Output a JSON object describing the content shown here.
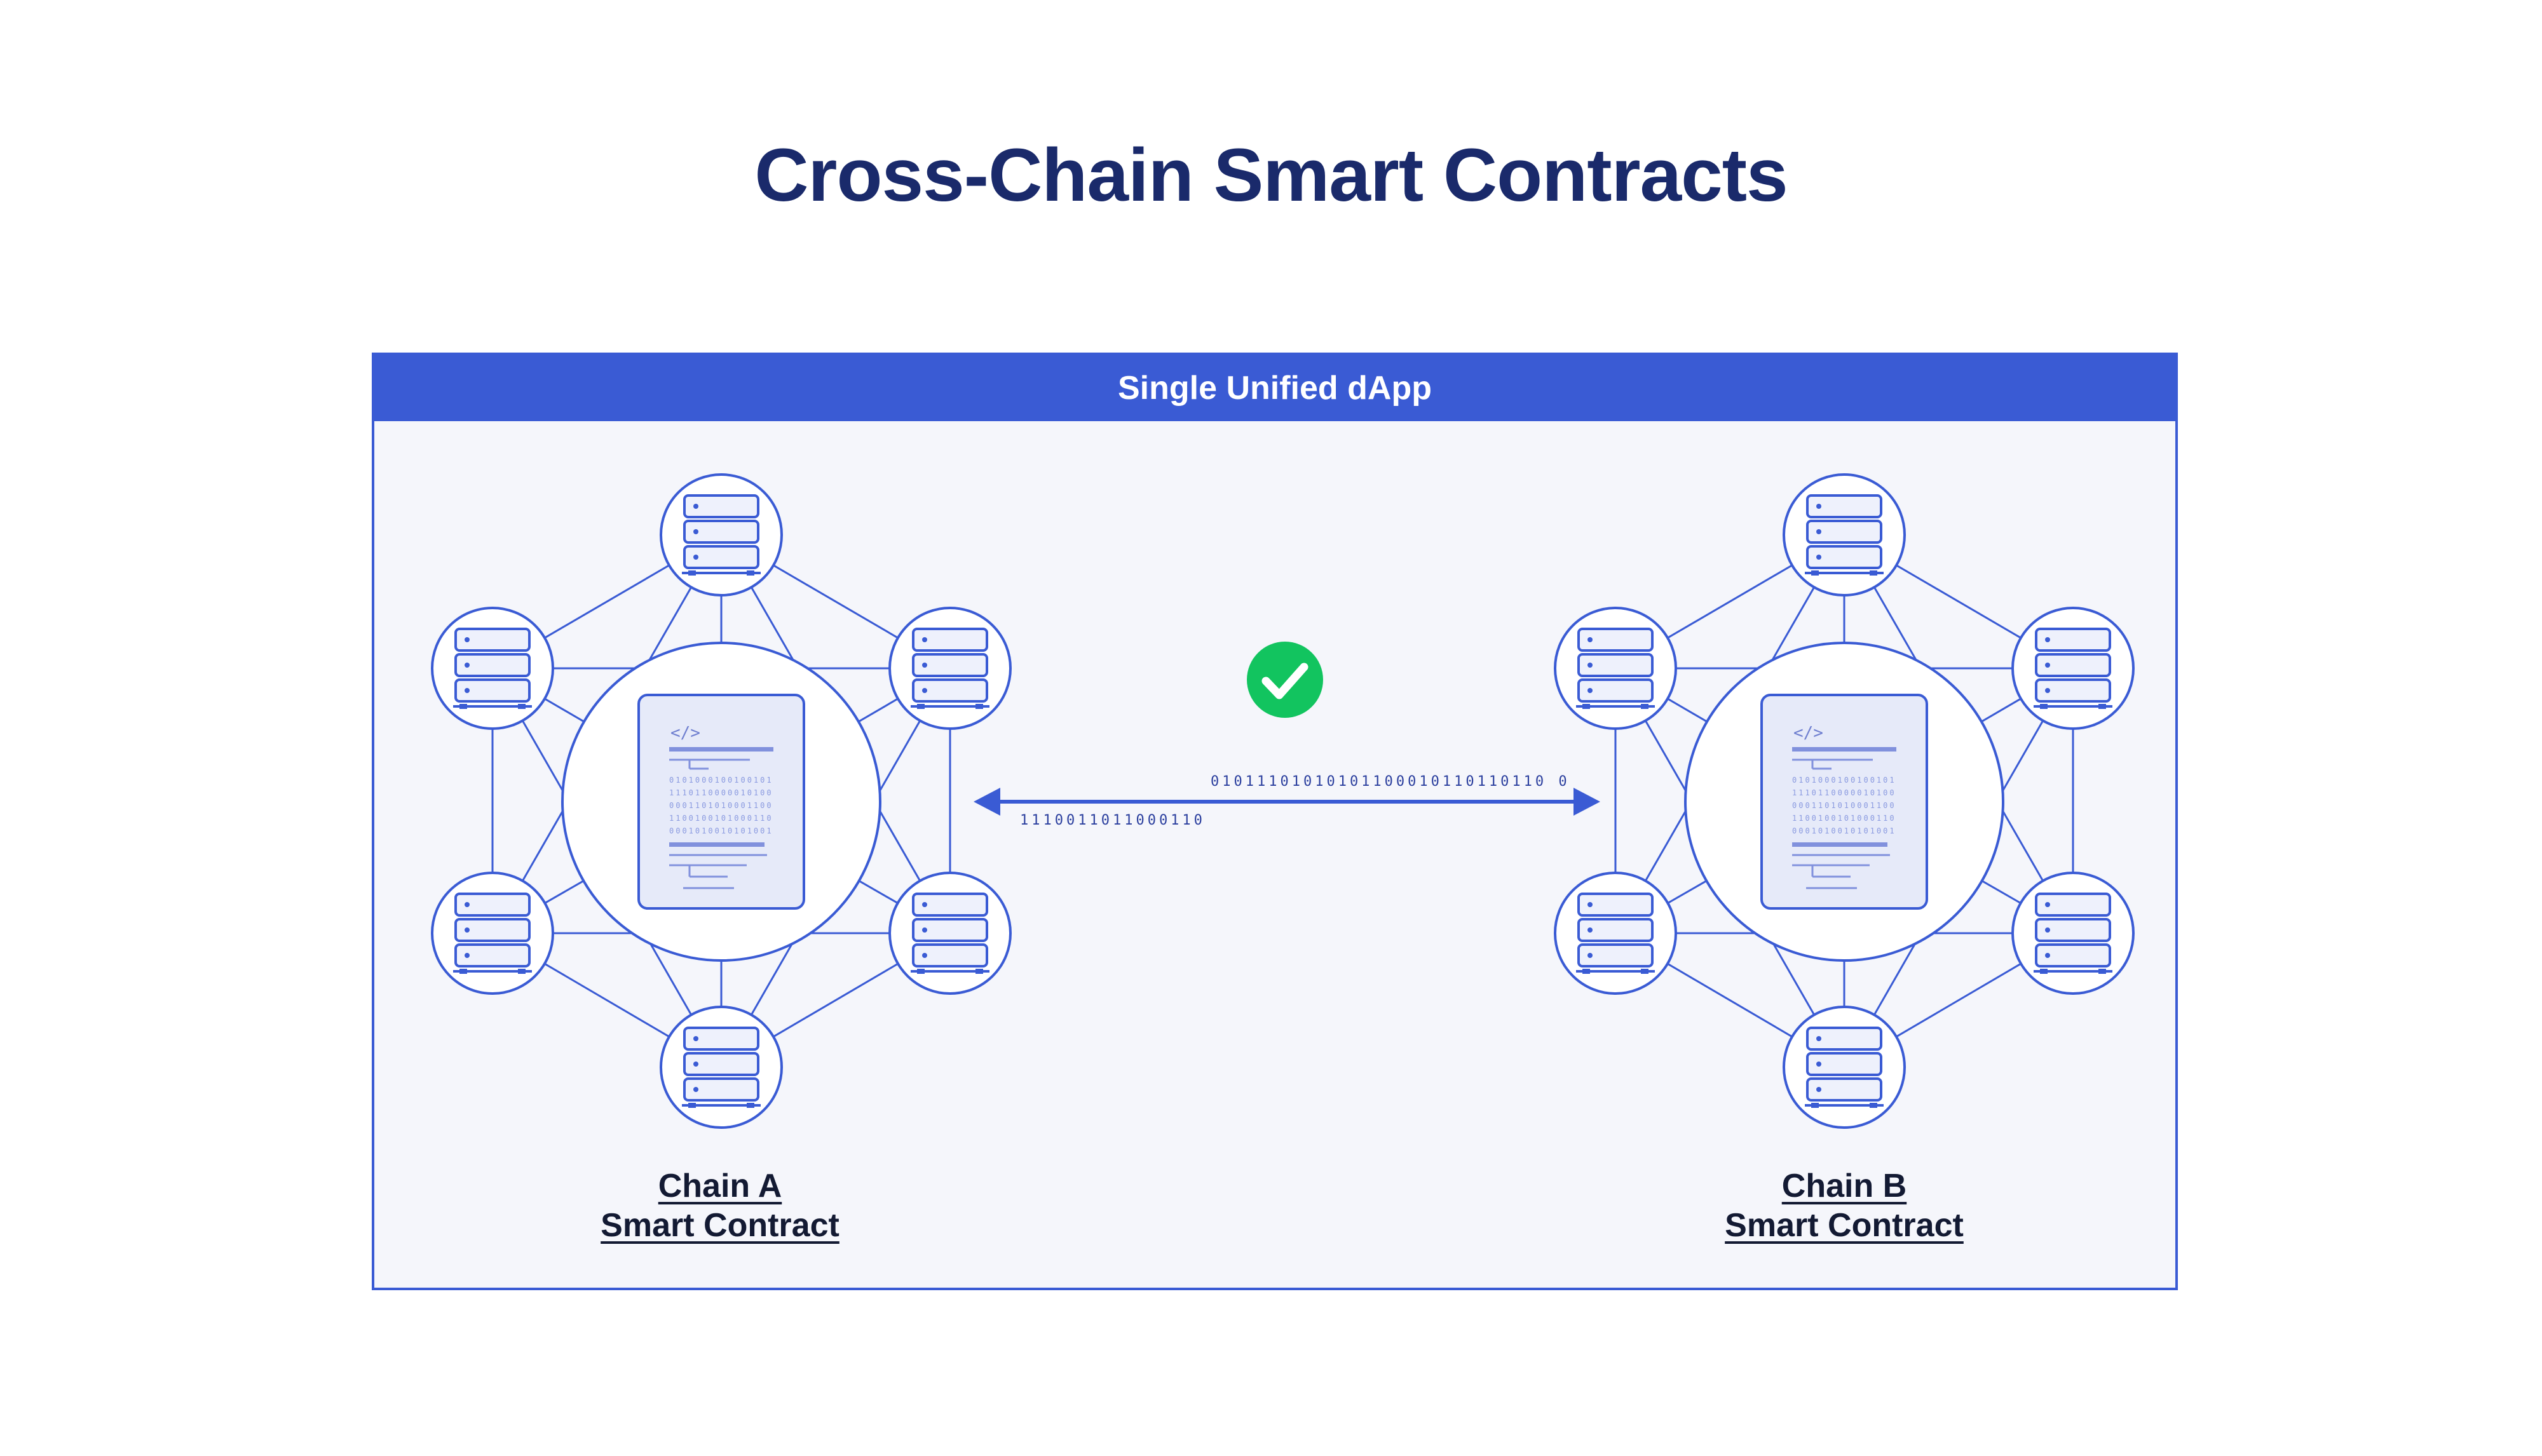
{
  "title": "Cross-Chain Smart Contracts",
  "panel": {
    "header": "Single Unified dApp"
  },
  "message": {
    "to_b_bits": "01011101010101100010110110110 0",
    "to_a_bits": "1110011011000110",
    "status_icon": "check-circle-icon"
  },
  "chains": [
    {
      "line1": "Chain A",
      "line2": "Smart Contract"
    },
    {
      "line1": "Chain B",
      "line2": "Smart Contract"
    }
  ],
  "icons": {
    "node": "server-rack-icon",
    "contract": "code-document-icon"
  },
  "colors": {
    "title": "#1a2a6b",
    "accent": "#3a5bd4",
    "panel_bg": "#f5f6fb",
    "success": "#12c45f",
    "line": "#3a5bd4"
  }
}
